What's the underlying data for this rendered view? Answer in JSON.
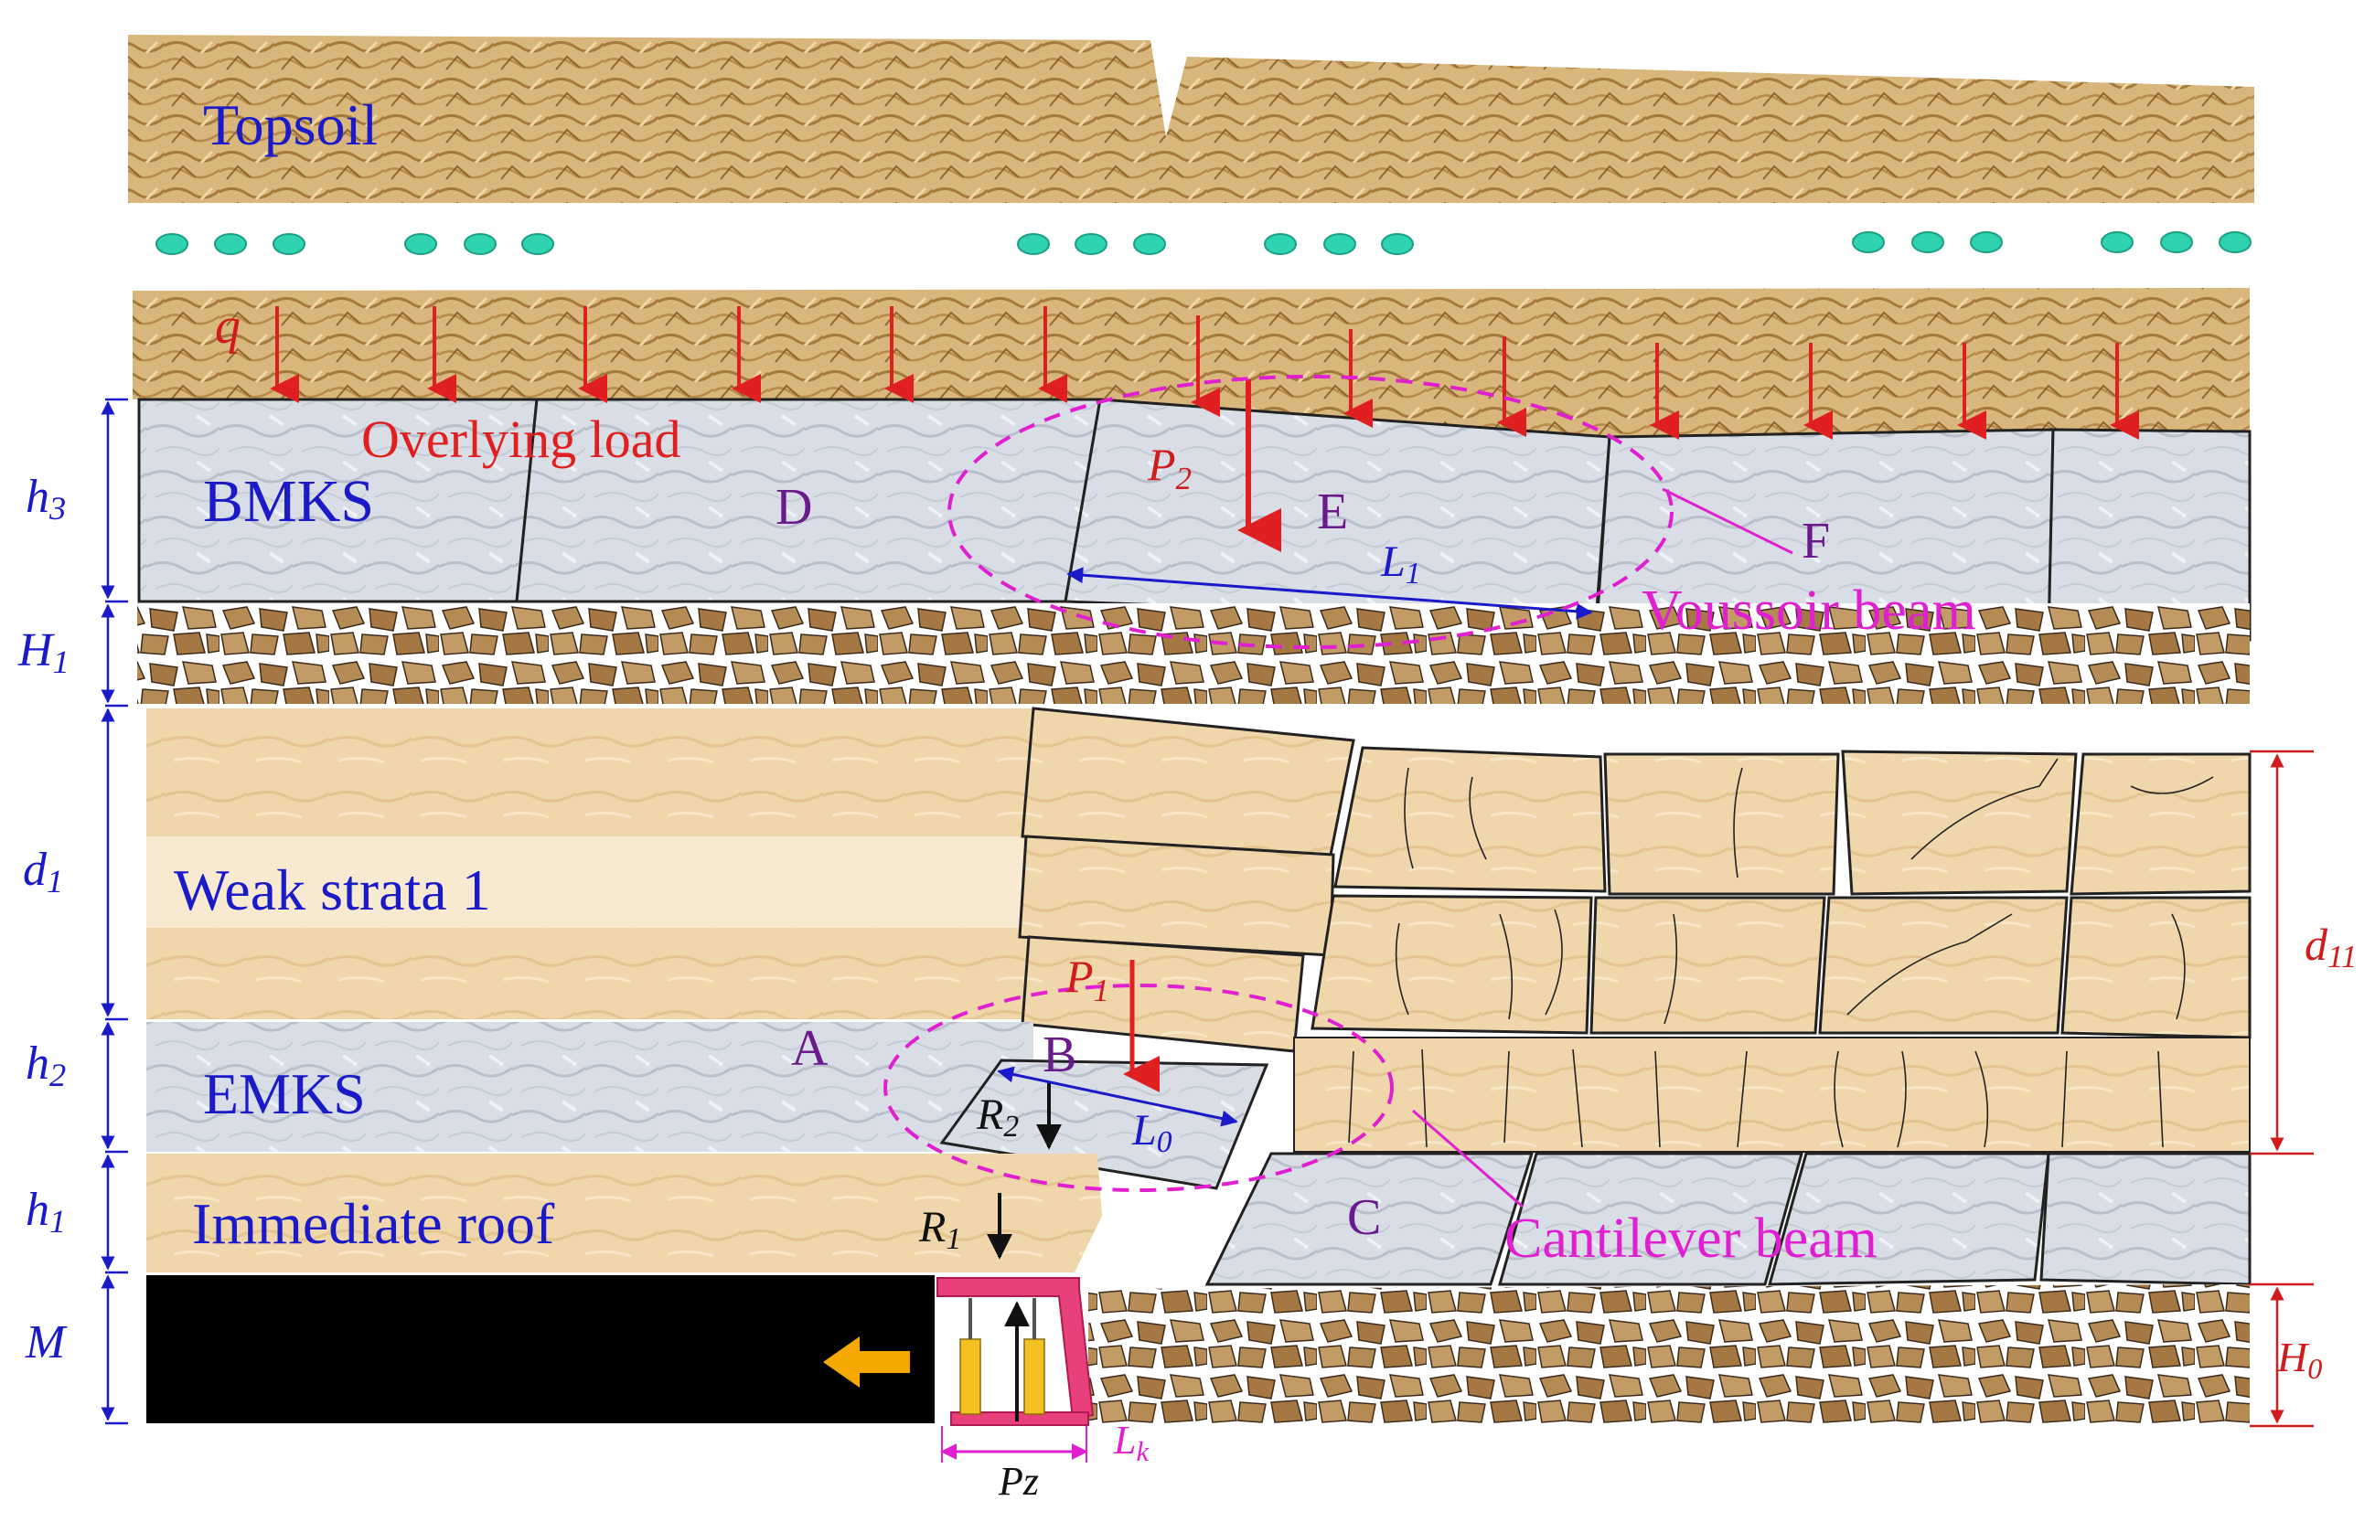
{
  "layers": {
    "topsoil": "Topsoil",
    "bmks": "BMKS",
    "weak": "Weak strata 1",
    "emks": "EMKS",
    "immediate": "Immediate roof"
  },
  "annotations": {
    "overlying": "Overlying load",
    "voussoir": "Voussoir  beam",
    "cantilever": "Cantilever  beam"
  },
  "blocks": {
    "a": "A",
    "b": "B",
    "c": "C",
    "d": "D",
    "e": "E",
    "f": "F"
  },
  "loads": {
    "q": "q",
    "p2_main": "P",
    "p2_sub": "2",
    "p1_main": "P",
    "p1_sub": "1",
    "r1_main": "R",
    "r1_sub": "1",
    "r2_main": "R",
    "r2_sub": "2",
    "pz": "Pz"
  },
  "spans": {
    "l1_main": "L",
    "l1_sub": "1",
    "l0_main": "L",
    "l0_sub": "0",
    "lk_main": "L",
    "lk_sub": "k"
  },
  "dims_left": {
    "h3_main": "h",
    "h3_sub": "3",
    "H1_main": "H",
    "H1_sub": "1",
    "d1_main": "d",
    "d1_sub": "1",
    "h2_main": "h",
    "h2_sub": "2",
    "h1_main": "h",
    "h1_sub": "1",
    "M": "M"
  },
  "dims_right": {
    "d11_main": "d",
    "d11_sub": "11",
    "H0_main": "H",
    "H0_sub": "0"
  },
  "colors": {
    "label_blue": "#1a1ac8",
    "load_red": "#e02020",
    "beam_magenta": "#e020d0",
    "block_purple": "#6a1a8a",
    "soil": "#d9b77c",
    "limestone": "#d8dde6",
    "weak_strata": "#f0d7ae",
    "coal": "#000000",
    "water": "#2fd3b0",
    "advance_arrow": "#f5a800"
  }
}
